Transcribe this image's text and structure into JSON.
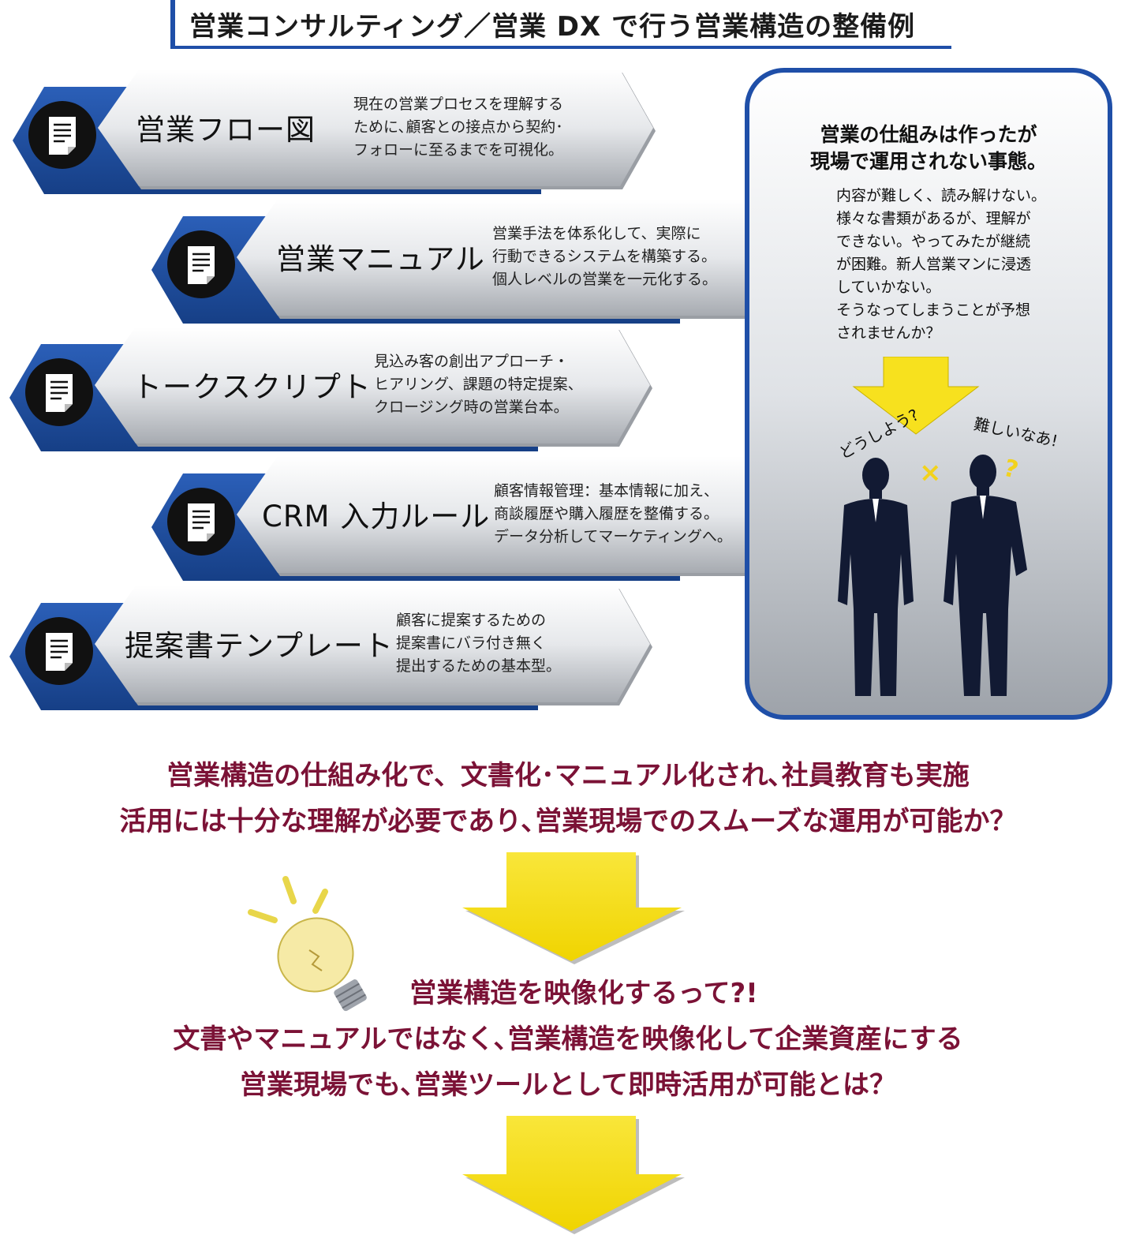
{
  "title": "営業コンサルティング／営業 DX で行う営業構造の整備例",
  "items": [
    {
      "title": "営業フロー図",
      "desc": "現在の営業プロセスを理解する\nために､顧客との接点から契約･\nフォローに至るまでを可視化。",
      "icon": "document-icon"
    },
    {
      "title": "営業マニュアル",
      "desc": "営業手法を体系化して、実際に\n行動できるシステムを構築する。\n個人レベルの営業を一元化する。",
      "icon": "document-icon"
    },
    {
      "title": "トークスクリプト",
      "desc": "見込み客の創出アプローチ・\nヒアリング、課題の特定提案、\nクロージング時の営業台本。",
      "icon": "document-icon"
    },
    {
      "title": "CRM 入力ルール",
      "desc": "顧客情報管理：基本情報に加え、\n商談履歴や購入履歴を整備する。\nデータ分析してマーケティングへ。",
      "icon": "document-icon"
    },
    {
      "title": "提案書テンプレート",
      "desc": "顧客に提案するための\n提案書にバラ付き無く\n提出するための基本型。",
      "icon": "document-icon"
    }
  ],
  "side": {
    "heading": "営業の仕組みは作ったが\n現場で運用されない事態。",
    "body": "内容が難しく、読み解けない。\n様々な書類があるが、理解が\nできない。やってみたが継続\nが困難。新人営業マンに浸透\nしていかない。\nそうなってしまうことが予想\nされませんか？",
    "speech_left": "どうしよう?",
    "speech_right": "難しいなあ!",
    "cross": "×",
    "question": "?"
  },
  "message1": {
    "line1": "営業構造の仕組み化で、文書化･マニュアル化され､社員教育も実施",
    "line2": "活用には十分な理解が必要であり､営業現場でのスムーズな運用が可能か？"
  },
  "message2": {
    "line1": "営業構造を映像化するって?!",
    "line2": "文書やマニュアルではなく､営業構造を映像化して企業資産にする",
    "line3": "営業現場でも､営業ツールとして即時活用が可能とは？"
  },
  "colors": {
    "accent_blue": "#1f4fa8",
    "message_red": "#7b1236",
    "arrow_yellow": "#f7e11e"
  }
}
